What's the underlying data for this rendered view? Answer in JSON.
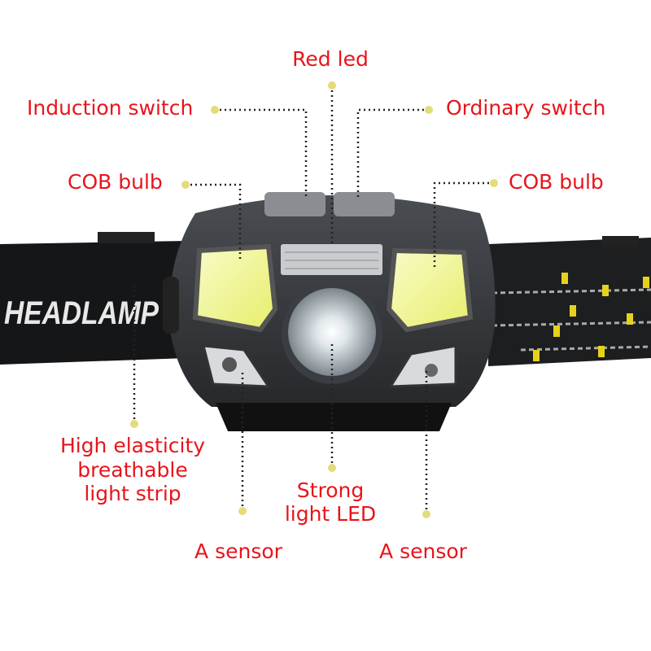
{
  "product": {
    "strap_text": "HEADLAMP"
  },
  "labels": {
    "red_led": "Red led",
    "induction_switch": "Induction switch",
    "ordinary_switch": "Ordinary switch",
    "cob_left": "COB bulb",
    "cob_right": "COB bulb",
    "strip_line1": "High elasticity",
    "strip_line2": "breathable",
    "strip_line3": "light strip",
    "strong_line1": "Strong",
    "strong_line2": "light LED",
    "sensor_left": "A sensor",
    "sensor_right": "A sensor"
  },
  "colors": {
    "label": "#e8141b",
    "dot": "#e3dc78",
    "leader": "#222222"
  }
}
